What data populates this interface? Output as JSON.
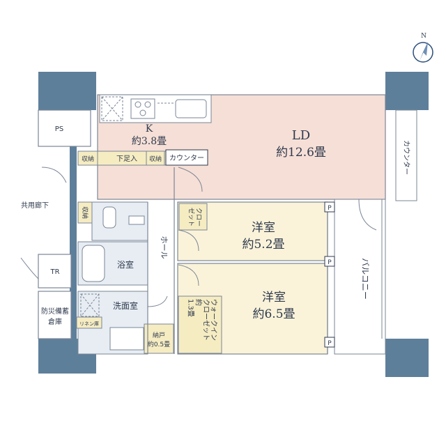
{
  "colors": {
    "column": "#5e7f9a",
    "wall": "#7a8596",
    "ld_fill": "#f6dfd6",
    "bedroom_fill": "#faf3d9",
    "storage_fill": "#f6ecc2",
    "wet_fill": "#e7edf3",
    "text": "#2f3a4e",
    "compass": "#2a4d7a"
  },
  "compass": {
    "label": "N",
    "icon": "compass-icon"
  },
  "rooms": {
    "ld": {
      "name": "LD",
      "area": "約12.6畳"
    },
    "kitchen": {
      "name": "K",
      "area": "約3.8畳"
    },
    "western1": {
      "name": "洋室",
      "area": "約5.2畳"
    },
    "western2": {
      "name": "洋室",
      "area": "約6.5畳"
    },
    "bath": {
      "name": "浴室"
    },
    "washroom": {
      "name": "洗面室"
    },
    "hall": {
      "name": "ホール"
    },
    "balcony": {
      "name": "バルコニー"
    },
    "corridor": {
      "name": "共用廊下"
    },
    "ps": {
      "name": "PS"
    },
    "tr": {
      "name": "TR"
    },
    "disaster_storage": {
      "line1": "防災備蓄",
      "line2": "倉庫"
    },
    "walk_in_closet": {
      "name": "ウォークイン\nクローゼット",
      "area": "約\n1.3畳"
    }
  },
  "storage": {
    "shuno1": "収納",
    "shoe_box": "下足入",
    "shuno2": "収納",
    "counter_kitchen": "カウンター",
    "counter_ld": "カウンター",
    "shuno_hall": "収納",
    "closet": "クロー\nゼット",
    "linen": "リネン庫",
    "nando_name": "納戸",
    "nando_area": "約0.5畳"
  },
  "markers": {
    "p1": "P",
    "p2": "P",
    "p3": "P"
  }
}
